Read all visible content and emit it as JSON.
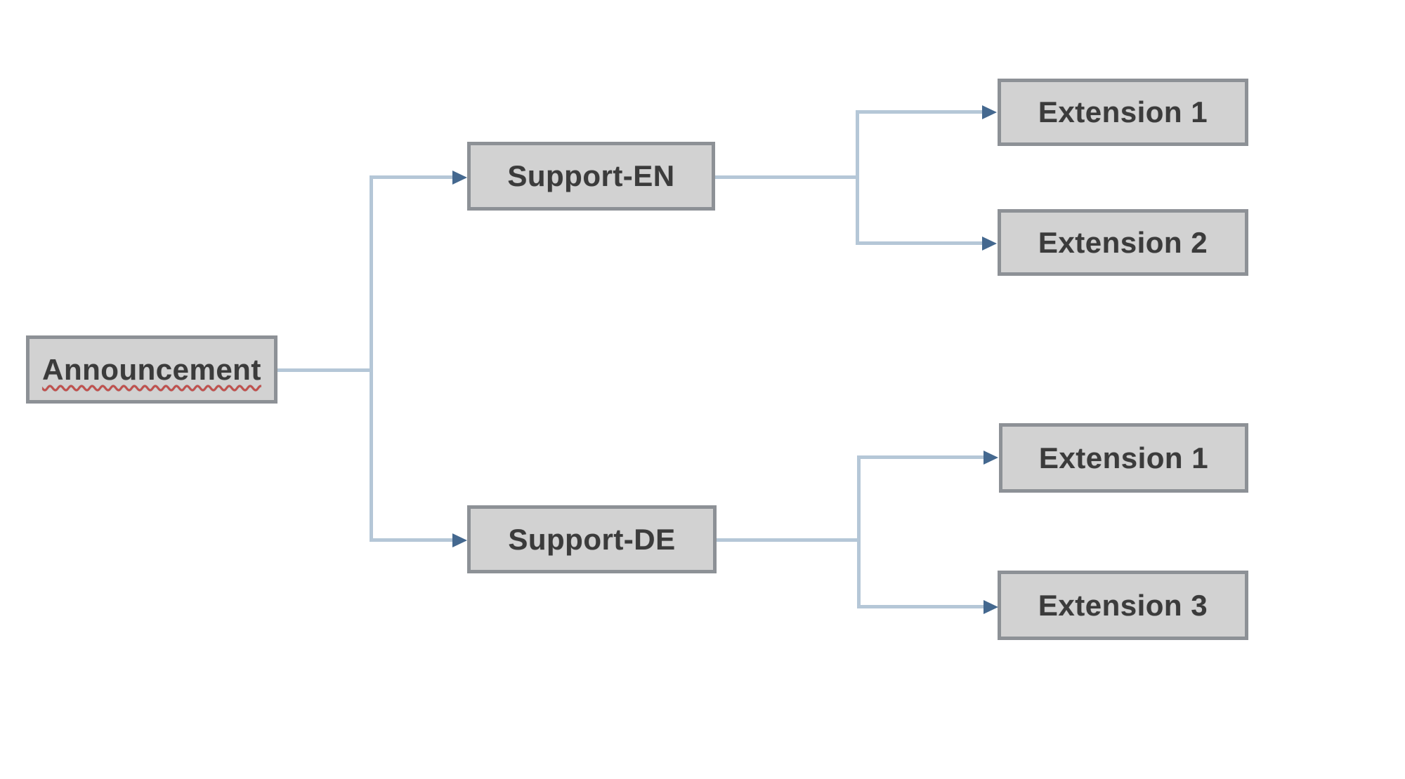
{
  "diagram": {
    "type": "tree",
    "direction": "left-to-right",
    "nodes": {
      "announcement": {
        "label": "Announcement",
        "spellcheck_underline": true
      },
      "support_en": {
        "label": "Support-EN"
      },
      "support_de": {
        "label": "Support-DE"
      },
      "ext1_en": {
        "label": "Extension 1"
      },
      "ext2_en": {
        "label": "Extension 2"
      },
      "ext1_de": {
        "label": "Extension 1"
      },
      "ext3_de": {
        "label": "Extension 3"
      }
    },
    "edges": [
      {
        "from": "Announcement",
        "to": "Support-EN"
      },
      {
        "from": "Announcement",
        "to": "Support-DE"
      },
      {
        "from": "Support-EN",
        "to": "Extension 1"
      },
      {
        "from": "Support-EN",
        "to": "Extension 2"
      },
      {
        "from": "Support-DE",
        "to": "Extension 1"
      },
      {
        "from": "Support-DE",
        "to": "Extension 3"
      }
    ],
    "colors": {
      "background": "#ffffff",
      "node_fill": "#d2d2d2",
      "node_border": "#8d9196",
      "node_text": "#3b3b3b",
      "connector": "#b5c7d7",
      "arrow": "#44688f",
      "spellcheck": "#c0504d"
    }
  }
}
